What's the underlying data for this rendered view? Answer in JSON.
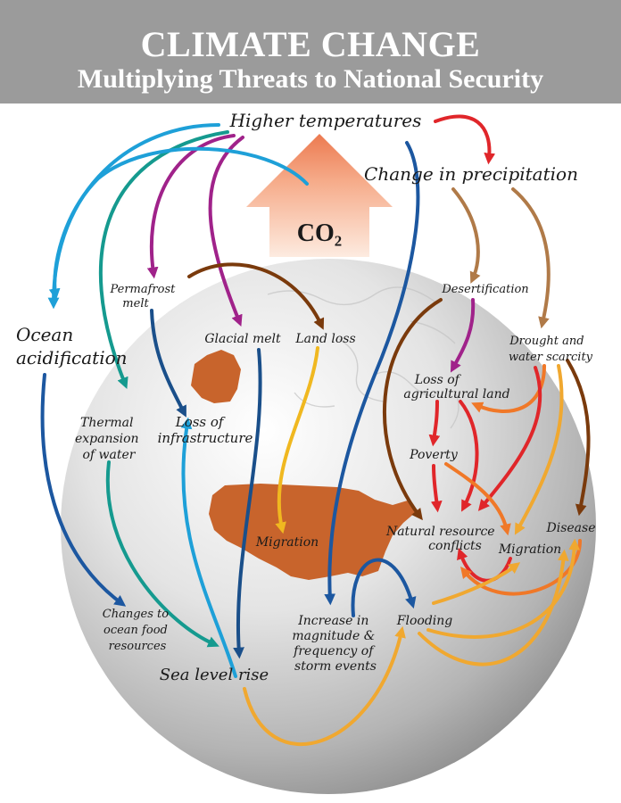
{
  "header": {
    "title": "CLIMATE CHANGE",
    "subtitle": "Multiplying Threats to National Security"
  },
  "center_label": "CO₂",
  "nodes": {
    "higher_temperatures": "Higher temperatures",
    "change_in_precipitation": "Change in precipitation",
    "ocean_acidification": [
      "Ocean",
      "acidification"
    ],
    "permafrost_melt": [
      "Permafrost",
      "melt"
    ],
    "glacial_melt": "Glacial melt",
    "land_loss": "Land loss",
    "desertification": "Desertification",
    "drought": [
      "Drought and",
      "water scarcity"
    ],
    "loss_agricultural_land": [
      "Loss of",
      "agricultural land"
    ],
    "thermal_expansion": [
      "Thermal",
      "expansion",
      "of water"
    ],
    "loss_infrastructure": [
      "Loss of",
      "infrastructure"
    ],
    "poverty": "Poverty",
    "migration_center": "Migration",
    "natural_resource_conflicts": [
      "Natural resource",
      "conflicts"
    ],
    "migration_right": "Migration",
    "disease": "Disease",
    "ocean_food": [
      "Changes to",
      "ocean food",
      "resources"
    ],
    "storm_events": [
      "Increase in",
      "magnitude &",
      "frequency of",
      "storm events"
    ],
    "flooding": "Flooding",
    "sea_level_rise": "Sea level rise"
  },
  "colors": {
    "header_bg": "#9b9b9b",
    "continent": "#c8642c",
    "purple": "#a0228a",
    "teal": "#159a8f",
    "cyan": "#1ea0d8",
    "darkblue": "#1c57a0",
    "navy": "#1a4f8a",
    "red": "#e0262a",
    "tan": "#b07a48",
    "brown": "#7a3a0c",
    "orange": "#f07828",
    "gold": "#f0a830"
  }
}
